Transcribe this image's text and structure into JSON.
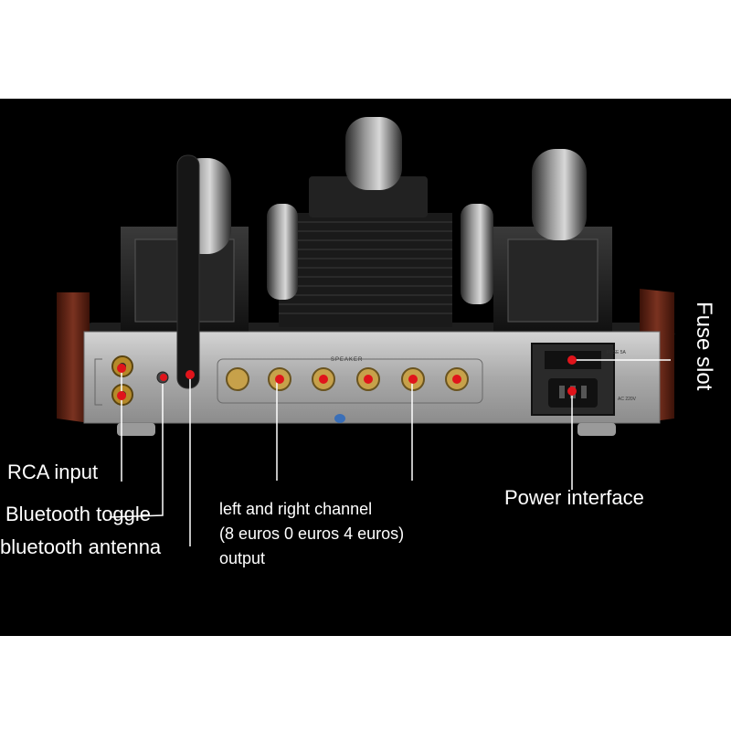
{
  "labels": {
    "rca_input": "RCA input",
    "bluetooth_toggle": "Bluetooth toggle",
    "bluetooth_antenna": "bluetooth antenna",
    "output_line1": "left and right channel",
    "output_line2": "(8 euros 0 euros 4 euros)",
    "output_line3": "output",
    "power_interface": "Power interface",
    "fuse_slot": "Fuse slot"
  },
  "panel_text": {
    "speaker": "SPEAKER",
    "fuse_rating": "FUSE 5A",
    "ac_rating": "AC 220V"
  },
  "colors": {
    "background": "#000000",
    "marker_red": "#e0141b",
    "callout_line": "#ffffff",
    "wood_side": "#6b2a1a",
    "steel_panel": "#b8b8b8"
  }
}
